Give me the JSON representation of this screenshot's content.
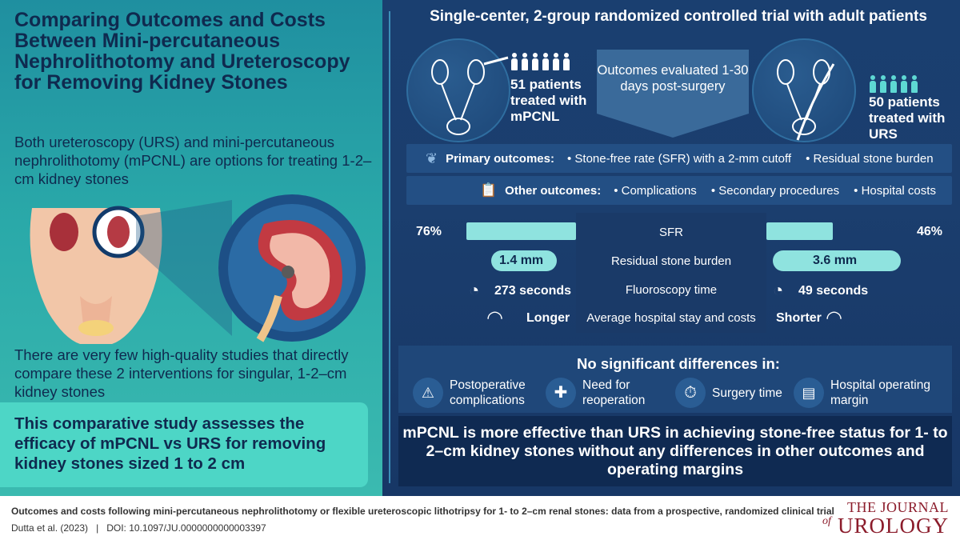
{
  "left": {
    "title": "Comparing Outcomes and Costs Between Mini-percutaneous Nephrolithotomy and Ureteroscopy for Removing Kidney Stones",
    "intro": "Both ureteroscopy (URS) and mini-percutaneous nephrolithotomy (mPCNL) are options for treating 1-2–cm kidney stones",
    "few_studies": "There are very few high-quality studies that directly compare these 2 interventions for singular, 1-2–cm kidney stones",
    "study_box": "This comparative study assesses the efficacy of mPCNL vs URS for removing kidney stones sized 1 to 2 cm"
  },
  "right": {
    "trial_title": "Single-center, 2-group randomized controlled trial with adult patients",
    "mpcnl_patients": "51 patients treated with mPCNL",
    "urs_patients": "50 patients treated with URS",
    "outcomes_evaluated": "Outcomes evaluated 1-30 days post-surgery",
    "primary": {
      "label": "Primary outcomes:",
      "items": [
        "• Stone-free rate (SFR) with a 2-mm cutoff",
        "• Residual stone burden"
      ]
    },
    "other": {
      "label": "Other outcomes:",
      "items": [
        "• Complications",
        "• Secondary procedures",
        "• Hospital costs"
      ]
    },
    "comparison": {
      "sfr_label": "SFR",
      "sfr_mpcnl": "76%",
      "sfr_urs": "46%",
      "sfr_mpcnl_value": 76,
      "sfr_urs_value": 46,
      "residual_label": "Residual stone burden",
      "residual_mpcnl": "1.4 mm",
      "residual_urs": "3.6 mm",
      "fluoro_label": "Fluoroscopy time",
      "fluoro_mpcnl": "273 seconds",
      "fluoro_urs": "49 seconds",
      "stay_label": "Average hospital stay and costs",
      "stay_mpcnl": "Longer",
      "stay_urs": "Shorter"
    },
    "no_sig": {
      "title": "No significant differences in:",
      "items": [
        "Postoperative complications",
        "Need for reoperation",
        "Surgery time",
        "Hospital operating margin"
      ]
    },
    "conclusion": "mPCNL is more effective than URS in achieving stone-free status for 1- to 2–cm kidney stones without any differences in other outcomes and operating margins"
  },
  "footer": {
    "citation": "Outcomes and costs following mini-percutaneous nephrolithotomy or flexible ureteroscopic lithotripsy for 1- to 2–cm renal stones: data from a prospective, randomized clinical trial",
    "authors": "Dutta et al. (2023)",
    "separator": "|",
    "doi": "DOI: 10.1097/JU.0000000000003397",
    "journal_top": "THE JOURNAL",
    "journal_of": "of",
    "journal_bottom": "UROLOGY"
  },
  "colors": {
    "navy": "#1a3f70",
    "teal": "#4dd6c6",
    "bar_teal": "#8fe3df",
    "journal_red": "#8b1c2b"
  }
}
